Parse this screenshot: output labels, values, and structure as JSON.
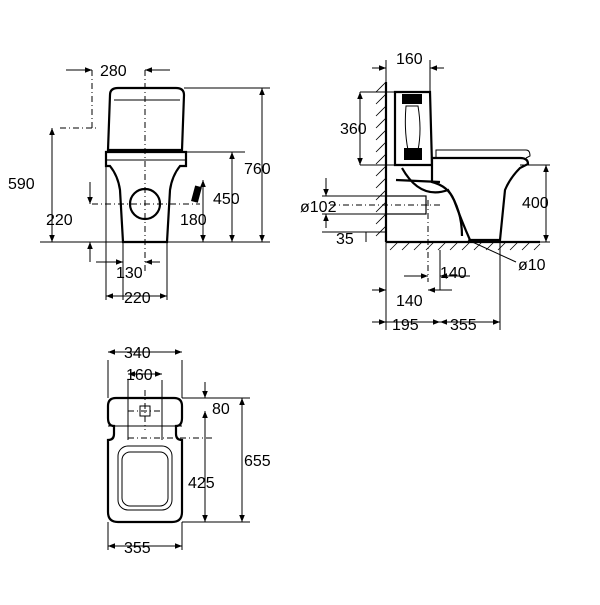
{
  "front_view": {
    "d280": "280",
    "d760": "760",
    "d590": "590",
    "d450": "450",
    "d220_height": "220",
    "d180": "180",
    "d130": "130",
    "d220_width": "220"
  },
  "side_view": {
    "d160": "160",
    "d360": "360",
    "d400": "400",
    "d102": "ø102",
    "d35": "35",
    "d140_a": "140",
    "d10": "ø10",
    "d140_b": "140",
    "d195": "195",
    "d355": "355"
  },
  "top_view": {
    "d340": "340",
    "d160": "160",
    "d80": "80",
    "d655": "655",
    "d425": "425",
    "d355": "355"
  }
}
